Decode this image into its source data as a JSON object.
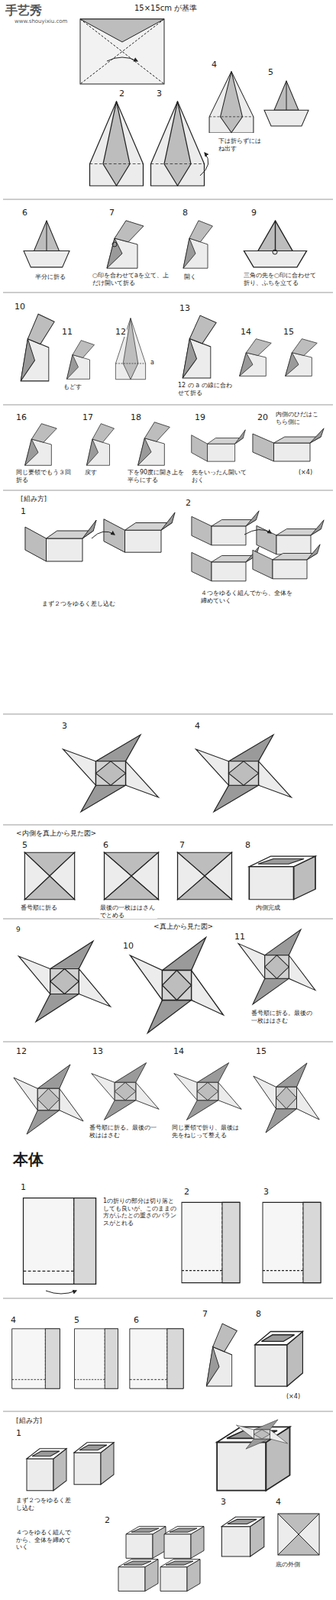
{
  "diagram": {
    "labels": [
      "手艺秀",
      "www.shouyixiu.com",
      "15×15cm が基準",
      "2",
      "3",
      "4",
      "下は折らずにはね出す",
      "5",
      "6",
      "半分に折る",
      "7",
      "○印を合わせてaを立て、上だけ開いて折る",
      "8",
      "開く",
      "9",
      "三角の先を○印に合わせて折り、ふちを立てる",
      "10",
      "11",
      "もどす",
      "12",
      "a",
      "13",
      "12 の a の線に合わせて折る",
      "14",
      "15",
      "16",
      "同じ要領でもう３回折る",
      "17",
      "戻す",
      "18",
      "下を90度に開き上を平らにする",
      "19",
      "先をいったん開いておく",
      "20",
      "内側のひだはこちら側に",
      "(×4)",
      "[組み方]",
      "1",
      "まず２つをゆるく差し込む",
      "2",
      "４つをゆるく組んでから、全体を締めていく",
      "3",
      "4",
      "<内側を真上から見た図>",
      "5",
      "番号順に折る",
      "6",
      "最後の一枚ははさんでとめる",
      "7",
      "8",
      "内側完成",
      "9",
      "<真上から見た図>",
      "10",
      "11",
      "番号順に折る。最後の一枚ははさむ",
      "12",
      "13",
      "番号順に折る。最後の一枚ははさむ",
      "14",
      "同じ要領で折り、最後は先をねじって整える",
      "15",
      "本体",
      "1",
      "1の折りの部分は切り落としても良いが、このままの方がふたとの重さのバランスがとれる",
      "2",
      "3",
      "4",
      "5",
      "6",
      "7",
      "8",
      "(×4)",
      "[組み方]",
      "1",
      "まず２つをゆるく差し込む",
      "2",
      "４つをゆるく組んでから、全体を締めていく",
      "3",
      "4",
      "底の外側"
    ]
  }
}
